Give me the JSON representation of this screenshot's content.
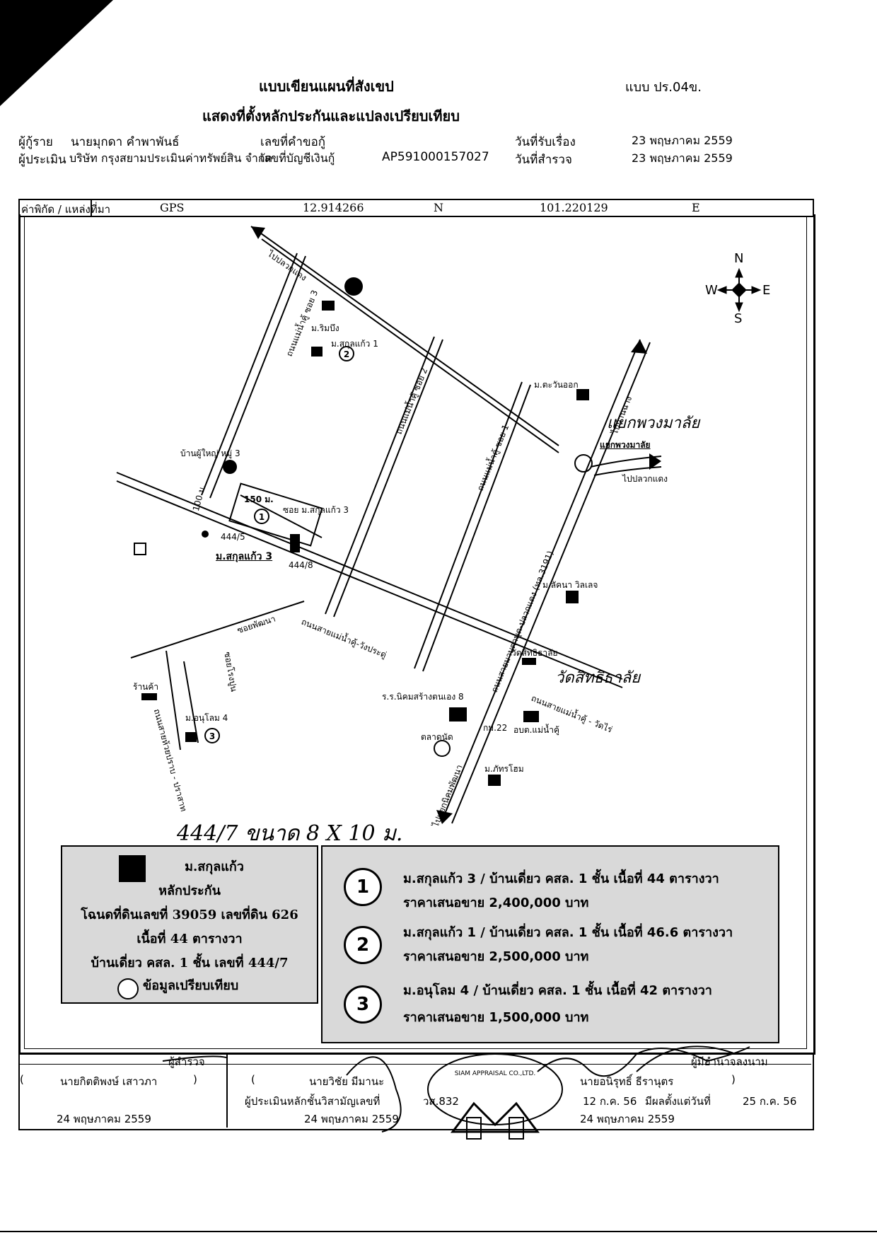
{
  "header": {
    "title": "แบบเขียนแผนที่สังเขป",
    "subtitle": "แสดงที่ตั้งหลักประกันและแปลงเปรียบเทียบ",
    "form_code": "แบบ ปร.04ข."
  },
  "info": {
    "borrower_label": "ผู้กู้ราย",
    "borrower_name": "นายมุกดา คำพาพันธ์",
    "request_no_label": "เลขที่คำขอกู้",
    "request_no": "",
    "received_date_label": "วันที่รับเรื่อง",
    "received_date": "23 พฤษภาคม 2559",
    "appraiser_label": "ผู้ประเมิน",
    "appraiser_name": "บริษัท กรุงสยามประเมินค่าทรัพย์สิน จำกัด",
    "account_no_label": "เลขที่บัญชีเงินกู้",
    "account_no": "AP591000157027",
    "survey_date_label": "วันที่สำรวจ",
    "survey_date": "23 พฤษภาคม 2559"
  },
  "coords": {
    "label": "ค่าพิกัด / แหล่งที่มา",
    "source": "GPS",
    "lat": "12.914266",
    "lat_dir": "N",
    "lon": "101.220129",
    "lon_dir": "E"
  },
  "compass": {
    "n": "N",
    "s": "S",
    "e": "E",
    "w": "W"
  },
  "map_labels": {
    "to_pluak_daeng": "ไปปลวกแดง",
    "soi3": "ถนนแม่น้ำคู้ ซอย 3",
    "m_rimbueng": "ม.ริมบึง",
    "m_sakul1": "ม.สกุลแก้ว 1",
    "soi2": "ถนนแม่น้ำคู้ ซอย 2",
    "soi1": "ถนนแม่น้ำคู้ ซอย 1",
    "m_tawan": "ม.ตะวันออก",
    "to_ban_chang": "ไปบ้านฉาง",
    "yaek_phuang_malai": "แยกพวงมาลัย",
    "to_pluak_daeng_2": "ไปปลวกแดง",
    "village_head": "บ้านผู้ใหญ่ หมู่ 3",
    "soi_sakul3": "ซอย ม.สกุลแก้ว 3",
    "dist_150": "150 ม.",
    "dist_100": "100 ม.",
    "plot_a": "444/5",
    "plot_b": "444/8",
    "m_sakul3": "ม.สกุลแก้ว 3",
    "main_road": "ถนนสายมาบตาพุด-ปลวกแดง (ทล.3191)",
    "m_lakhana": "ม.ลัคนา วิลเลจ",
    "soi_phatthana": "ซอยพัฒนา",
    "road_maenamkhu": "ถนนสายแม่น้ำคู้-วังประดู่",
    "wat": "วัดสิทธิธาลัย",
    "school": "ร.ร.นิคมสร้างตนเอง 8",
    "km22": "กม.22",
    "market": "ตลาดนัด",
    "obt": "อบต.แม่น้ำคู้",
    "road_maenamkhu2": "ถนนสายแม่น้ำคู้ - วัดไร่",
    "m_phatra": "ม.ภัทรโฮม",
    "to_nikhom": "ไปแยกนิคมพัฒนา",
    "shop": "ร้านค้า",
    "m_anulohm": "ม.อนุโลม 4",
    "road_huay_prasit": "ถนนสายห้วยปราบ - ปราสาท",
    "soi_rong": "ซอยโรงปูน",
    "plot_size_note": "444/7 ขนาด 8 X 10 ม."
  },
  "legend": {
    "project": "ม.สกุลแก้ว",
    "collateral": "หลักประกัน",
    "deed": "โฉนดที่ดินเลขที่ 39059 เลขที่ดิน 626",
    "area": "เนื้อที่ 44 ตารางวา",
    "house": "บ้านเดี่ยว คสล. 1 ชั้น เลขที่ 444/7",
    "comparison": "ข้อมูลเปรียบเทียบ"
  },
  "comparisons": [
    {
      "num": "1",
      "line1": "ม.สกุลแก้ว 3 / บ้านเดี่ยว คสล. 1 ชั้น เนื้อที่ 44 ตารางวา",
      "line2": "ราคาเสนอขาย 2,400,000 บาท"
    },
    {
      "num": "2",
      "line1": "ม.สกุลแก้ว 1 / บ้านเดี่ยว คสล. 1 ชั้น เนื้อที่ 46.6 ตารางวา",
      "line2": "ราคาเสนอขาย 2,500,000 บาท"
    },
    {
      "num": "3",
      "line1": "ม.อนุโลม 4 / บ้านเดี่ยว คสล. 1 ชั้น เนื้อที่ 42 ตารางวา",
      "line2": "ราคาเสนอขาย 1,500,000 บาท"
    }
  ],
  "signatures": {
    "surveyor_role": "ผู้สำรวจ",
    "surveyor_name": "นายกิตติพงษ์ เสาวภา",
    "surveyor_date": "24 พฤษภาคม 2559",
    "appraiser_name": "นายวิชัย มีมานะ",
    "appraiser_role": "ผู้ประเมินหลักชั้นวิสามัญเลขที่",
    "appraiser_no": "วส.832",
    "appraiser_date": "24 พฤษภาคม 2559",
    "signer_role": "ผู้มีอำนาจลงนาม",
    "signer_name": "นายอนิรุทธิ์ ธีรานุตร",
    "auth_date": "12 ก.ค. 56",
    "effective_label": "มีผลตั้งแต่วันที่",
    "effective_date": "25 ก.ค. 56",
    "signer_date": "24 พฤษภาคม 2559",
    "stamp_text": "SIAM APPRAISAL CO.,LTD."
  }
}
